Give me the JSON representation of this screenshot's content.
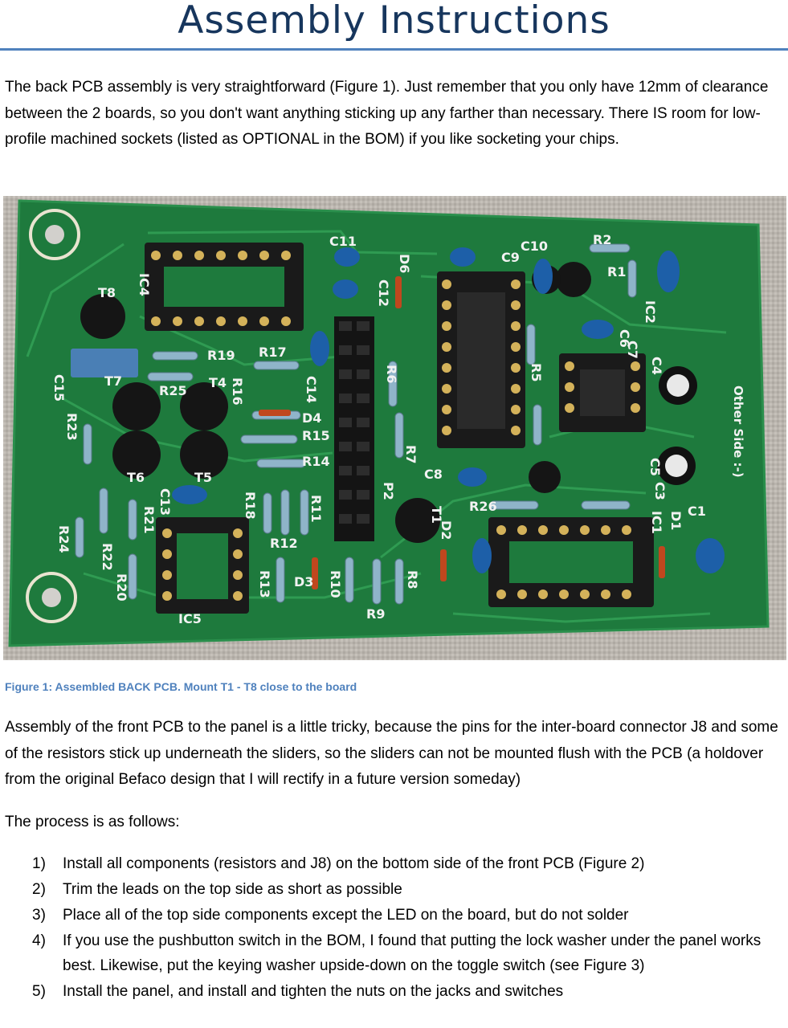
{
  "title": "Assembly Instructions",
  "paragraph_1": "The back PCB assembly is very straightforward (Figure 1). Just remember that you only have 12mm of clearance between the 2 boards, so you don't want anything sticking up any farther than necessary. There IS room for low-profile machined sockets (listed as OPTIONAL in the BOM) if you like socketing your chips.",
  "figure": {
    "caption": "Figure 1: Assembled BACK PCB. Mount T1 - T8 close to the board",
    "board_text": "Other Side :-)",
    "labels": [
      "IC4",
      "T8",
      "C15",
      "C11",
      "C12",
      "D6",
      "C10",
      "C9",
      "R2",
      "R1",
      "IC2",
      "R19",
      "R17",
      "T4",
      "R16",
      "R25",
      "T7",
      "D4",
      "R15",
      "R14",
      "R23",
      "T6",
      "T5",
      "R6",
      "R7",
      "C14",
      "C8",
      "P2",
      "R5",
      "C6",
      "C4",
      "C5",
      "C3",
      "D1",
      "C1",
      "IC1",
      "T1",
      "D2",
      "R26",
      "R21",
      "R22",
      "R24",
      "R20",
      "C13",
      "R18",
      "R12",
      "R11",
      "R13",
      "D3",
      "R10",
      "R9",
      "R8",
      "IC5",
      "C7"
    ],
    "colors": {
      "board": "#1f7a3e",
      "trace": "#2e9a50",
      "pad": "#d4b25a",
      "capacitor": "#1d5fa8",
      "silkscreen": "#f2f2f2",
      "cloth": "#b9b4ae"
    }
  },
  "paragraph_2": "Assembly of the front PCB to the panel is a little tricky, because the pins for the inter-board connector J8 and some of the resistors stick up underneath the sliders, so the sliders can not be mounted flush with the PCB (a holdover from the original Befaco design that I will rectify in a future version someday)",
  "paragraph_3": "The process is as follows:",
  "steps": [
    {
      "num": "1)",
      "text": "Install all components (resistors and J8) on the bottom side of the front PCB (Figure 2)"
    },
    {
      "num": "2)",
      "text": "Trim the leads on the top side as short as possible"
    },
    {
      "num": "3)",
      "text": "Place all of the top side components except the LED on the board, but do not solder"
    },
    {
      "num": "4)",
      "text": "If you use the pushbutton switch in the BOM, I found that putting the lock washer under the panel works best. Likewise, put the keying washer upside-down on the toggle switch (see Figure 3)"
    },
    {
      "num": "5)",
      "text": "Install the panel, and install and tighten the nuts on the jacks and switches"
    }
  ]
}
